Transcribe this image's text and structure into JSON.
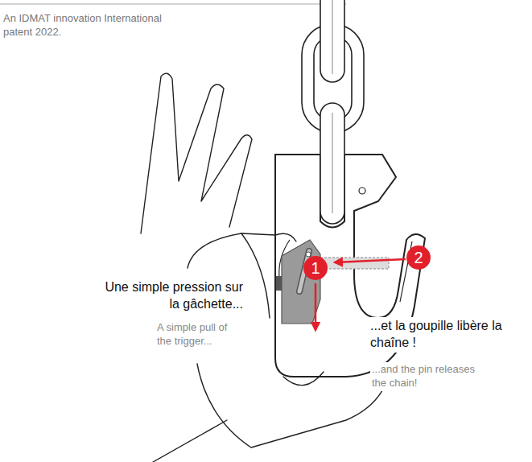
{
  "diagram": {
    "nodes": [
      {
        "text": [
          "1"
        ]
      },
      {
        "text": [
          "2"
        ]
      }
    ],
    "labels": [
      "An IDMAT innovation International patent 2022.",
      "Une simple pression sur la gâchette...",
      "A simple pull of the trigger...",
      "...et la goupille libère la chaîne !",
      "...and the pin releases the chain!"
    ]
  }
}
